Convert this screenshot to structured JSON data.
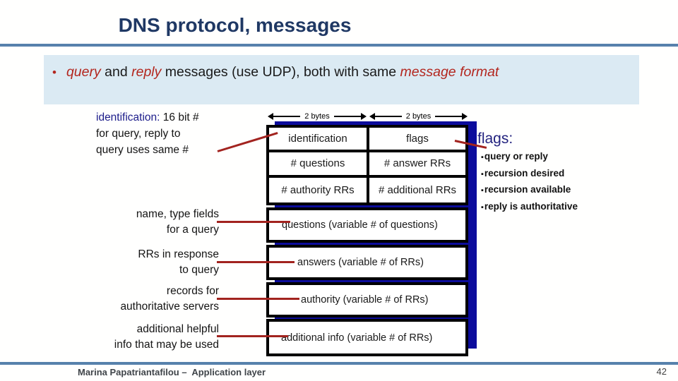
{
  "colors": {
    "navy-title": "#1f3864",
    "navy-term": "#1c1c8a",
    "flags-navy": "#23237f",
    "red-text": "#b3261e",
    "red-line": "#a2231f",
    "shadow-blue": "#0c0c9c",
    "banner-bg": "#dbeaf3",
    "rule-blue": "#5781ac",
    "footer-text": "#3f4449"
  },
  "title": "DNS protocol, messages",
  "bullet": {
    "marker": "•",
    "parts": [
      {
        "text": "query"
      },
      {
        "text": " and "
      },
      {
        "text": "reply"
      },
      {
        "text": " messages (use UDP), both with same "
      },
      {
        "text": "message format"
      }
    ]
  },
  "annotations": {
    "identification": {
      "term": "identification:",
      "line1_rest": " 16 bit #",
      "line2": "for query, reply to",
      "line3": "query uses same #"
    },
    "items": [
      {
        "line1": "name, type fields",
        "line2": "for a query"
      },
      {
        "line1": "RRs in response",
        "line2": "to query"
      },
      {
        "line1": "records for",
        "line2": "authoritative servers"
      },
      {
        "line1": "additional helpful",
        "line2": "info that may be used"
      }
    ]
  },
  "diagram": {
    "byte_label_left": "2 bytes",
    "byte_label_right": "2 bytes",
    "grid": [
      [
        "identification",
        "flags"
      ],
      [
        "# questions",
        "# answer RRs"
      ],
      [
        "# authority RRs",
        "# additional RRs"
      ]
    ],
    "sections": [
      "questions (variable # of questions)",
      "answers (variable # of RRs)",
      "authority (variable # of RRs)",
      "additional info (variable # of RRs)"
    ]
  },
  "flags_panel": {
    "title": "flags:",
    "bullet_char": "▪",
    "items": [
      "query or reply",
      "recursion desired",
      "recursion available",
      "reply is authoritative"
    ]
  },
  "footer": {
    "author": "Marina Papatriantafilou –  Application layer",
    "page": "42"
  }
}
